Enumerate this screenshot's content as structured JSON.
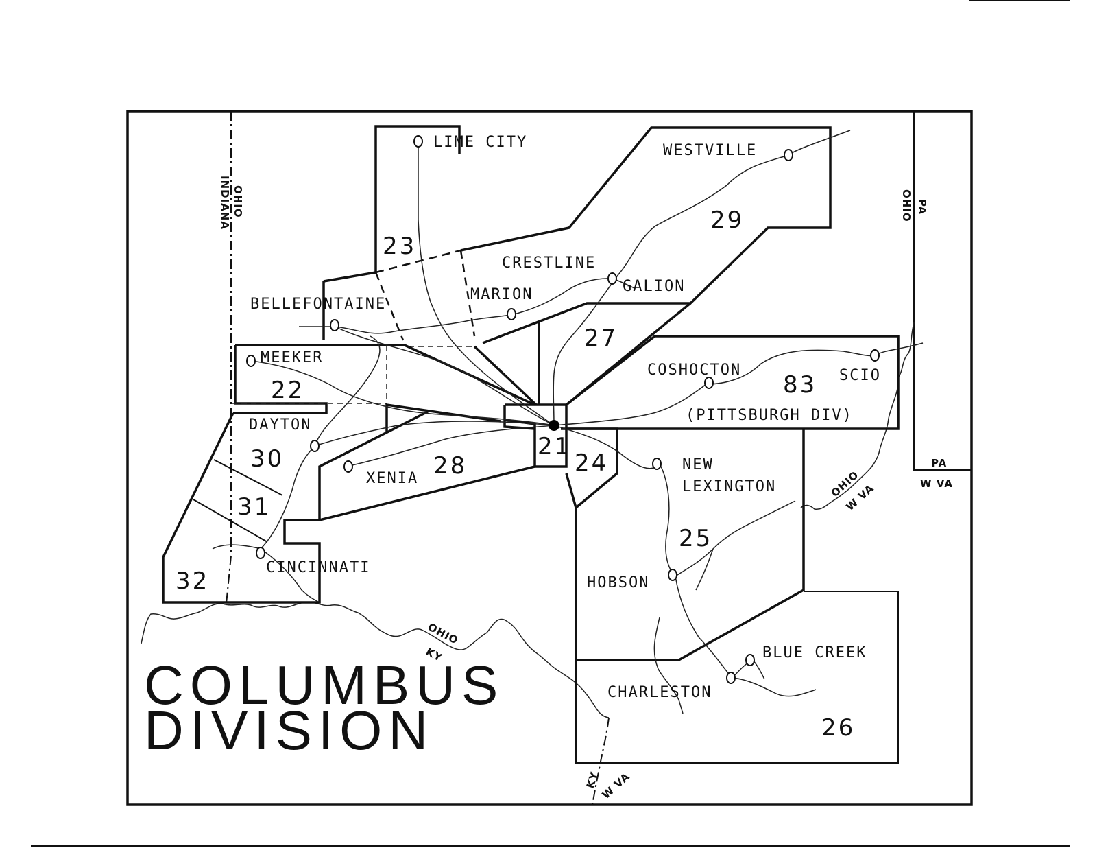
{
  "title": {
    "line1": "COLUMBUS",
    "line2": "DIVISION"
  },
  "towns": {
    "lime_city": "LIME CITY",
    "westville": "WESTVILLE",
    "crestline": "CRESTLINE",
    "galion": "GALION",
    "marion": "MARION",
    "bellefontaine": "BELLEFONTAINE",
    "meeker": "MEEKER",
    "coshocton": "COSHOCTON",
    "scio": "SCIO",
    "pittsburgh_div": "(PITTSBURGH DIV)",
    "dayton": "DAYTON",
    "xenia": "XENIA",
    "new": "NEW",
    "lexington": "LEXINGTON",
    "cincinnati": "CINCINNATI",
    "hobson": "HOBSON",
    "blue_creek": "BLUE CREEK",
    "charleston": "CHARLESTON"
  },
  "districts": {
    "d21": "21",
    "d22": "22",
    "d23": "23",
    "d24": "24",
    "d25": "25",
    "d26": "26",
    "d27": "27",
    "d28": "28",
    "d29": "29",
    "d30": "30",
    "d31": "31",
    "d32": "32",
    "d83": "83"
  },
  "boundaries": {
    "ohio_v": "OHIO",
    "indiana_v": "INDIANA",
    "pa_v": "PA",
    "ohio_v2": "OHIO",
    "pa_h": "PA",
    "wva_h": "W VA",
    "ohio_wva_ohio": "OHIO",
    "ohio_wva_wva": "W VA",
    "ohio_ky_ohio": "OHIO",
    "ohio_ky_ky": "KY",
    "ky_wva_ky": "KY",
    "ky_wva_wva": "W VA"
  }
}
